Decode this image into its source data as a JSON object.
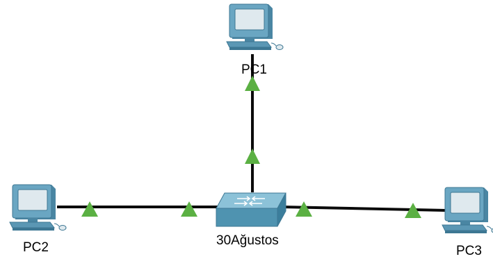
{
  "topology": {
    "switch": {
      "label": "30Ağustos",
      "icon": "switch-icon"
    },
    "devices": [
      {
        "id": "pc1",
        "label": "PC1",
        "icon": "pc-icon"
      },
      {
        "id": "pc2",
        "label": "PC2",
        "icon": "pc-icon"
      },
      {
        "id": "pc3",
        "label": "PC3",
        "icon": "pc-icon"
      }
    ],
    "links": [
      {
        "from": "30Ağustos",
        "to": "PC1",
        "status": "up"
      },
      {
        "from": "30Ağustos",
        "to": "PC2",
        "status": "up"
      },
      {
        "from": "30Ağustos",
        "to": "PC3",
        "status": "up"
      }
    ]
  },
  "colors": {
    "link": "#0a0a0a",
    "link_up_indicator": "#5bb043",
    "switch_body": "#4f93b0",
    "pc_body": "#5b97b4",
    "pc_screen": "#dfe9ee",
    "label_text": "#000000"
  }
}
